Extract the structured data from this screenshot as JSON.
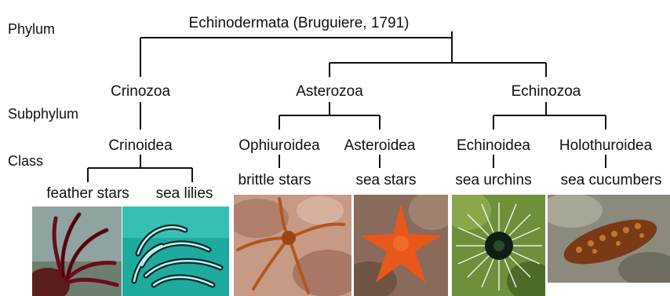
{
  "ranks": {
    "phylum": "Phylum",
    "subphylum": "Subphylum",
    "class": "Class"
  },
  "phylum": {
    "name": "Echinodermata (Bruguiere, 1791)"
  },
  "subphyla": [
    "Crinozoa",
    "Asterozoa",
    "Echinozoa"
  ],
  "classes": [
    "Crinoidea",
    "Ophiuroidea",
    "Asteroidea",
    "Echinoidea",
    "Holothuroidea"
  ],
  "common_names": [
    "feather stars",
    "sea lilies",
    "brittle stars",
    "sea stars",
    "sea urchins",
    "sea cucumbers"
  ],
  "photos": [
    "feather-star-photo",
    "sea-lily-photo",
    "brittle-star-photo",
    "sea-star-photo",
    "sea-urchin-photo",
    "sea-cucumber-photo"
  ]
}
